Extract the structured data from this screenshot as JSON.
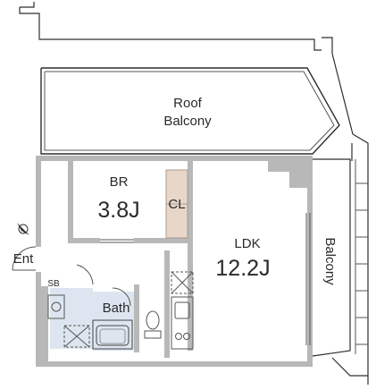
{
  "rooms": {
    "roof_balcony": {
      "line1": "Roof",
      "line2": "Balcony"
    },
    "br": {
      "name": "BR",
      "size": "3.8J"
    },
    "cl": {
      "name": "CL"
    },
    "ldk": {
      "name": "LDK",
      "size": "12.2J"
    },
    "balcony": {
      "name": "Balcony"
    },
    "bath": {
      "name": "Bath"
    },
    "entrance": {
      "name": "Ent"
    },
    "shoe_box": {
      "name": "SB"
    }
  },
  "colors": {
    "wall": "#b8b8b8",
    "closet": "#e8d6c8",
    "wet_area": "#dde6f0",
    "line": "#2e2e2e"
  },
  "icons": [
    "north-arrow-icon",
    "washer-icon",
    "fridge-icon",
    "toilet-icon",
    "sink-icon",
    "stove-icon",
    "bathtub-icon"
  ]
}
